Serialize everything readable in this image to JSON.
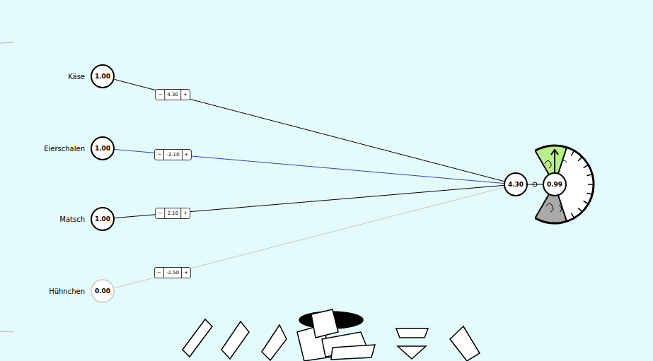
{
  "diagram": {
    "nodes": [
      {
        "text": [
          "Käse",
          "1.00"
        ]
      },
      {
        "text": [
          "Eierschalen",
          "1.00"
        ]
      },
      {
        "text": [
          "Matsch",
          "1.00"
        ]
      },
      {
        "text": [
          "Hühnchen",
          "0.00"
        ]
      },
      {
        "text": [
          "4.30"
        ]
      },
      {
        "text": [
          "0.99"
        ]
      }
    ],
    "edges": [
      {
        "from": 0,
        "to": 4,
        "arrow": "none",
        "label": "4.30"
      },
      {
        "from": 1,
        "to": 4,
        "arrow": "none",
        "label": "-2.10"
      },
      {
        "from": 2,
        "to": 4,
        "arrow": "none",
        "label": "2.10"
      },
      {
        "from": 3,
        "to": 4,
        "arrow": "none",
        "label": "-2.50"
      },
      {
        "from": 4,
        "to": 5,
        "arrow": "none"
      }
    ],
    "labels": [
      "−",
      "+",
      "−",
      "+",
      "−",
      "+",
      "−",
      "+"
    ]
  }
}
